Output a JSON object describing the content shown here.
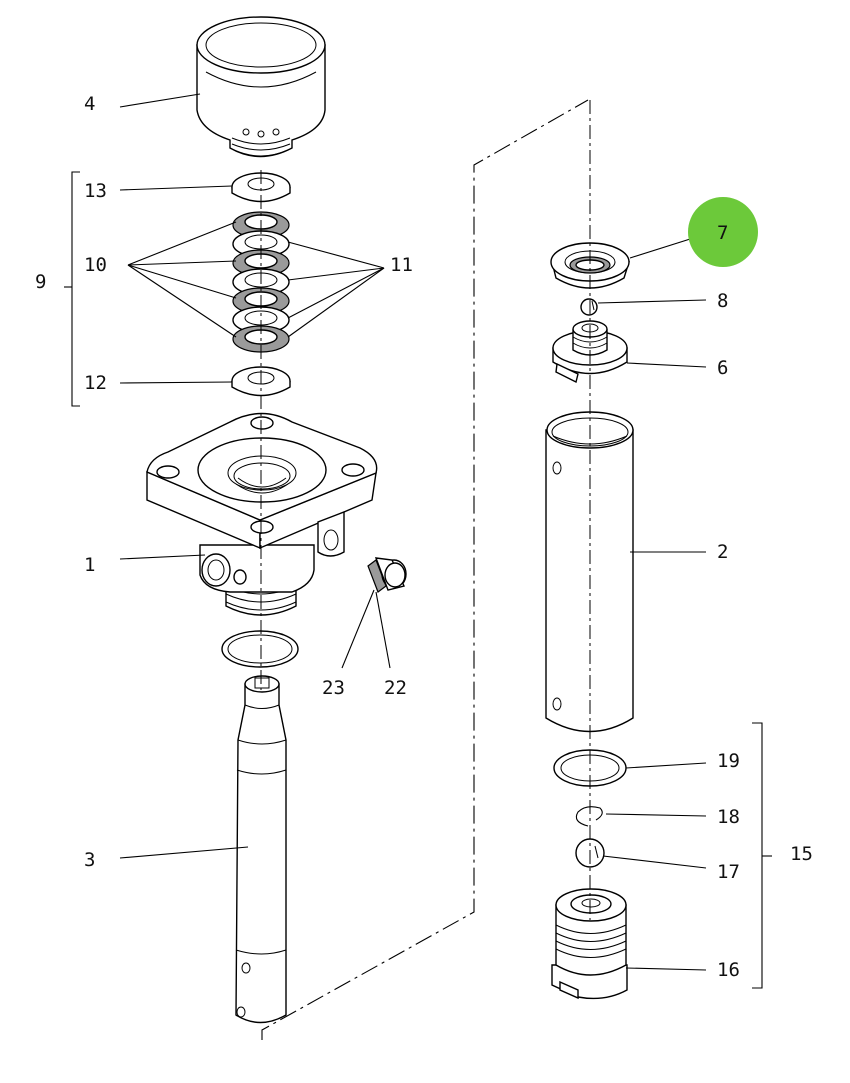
{
  "highlight_color": "#6cc93a",
  "callouts": {
    "p1": "1",
    "p2": "2",
    "p3": "3",
    "p4": "4",
    "p6": "6",
    "p7": "7",
    "p8": "8",
    "p9": "9",
    "p10": "10",
    "p11": "11",
    "p12": "12",
    "p13": "13",
    "p15": "15",
    "p16": "16",
    "p17": "17",
    "p18": "18",
    "p19": "19",
    "p22": "22",
    "p23": "23"
  },
  "highlighted_callout": "7"
}
